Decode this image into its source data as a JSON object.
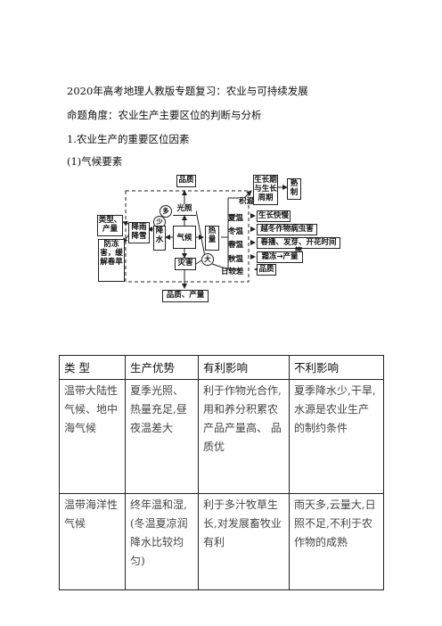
{
  "text": {
    "title": "2020年高考地理人教版专题复习：农业与可持续发展",
    "angle": "命题角度：农业生产主要区位的判断与分析",
    "section": "1.农业生产的重要区位因素",
    "subsection": "(1)气候要素"
  },
  "diagram": {
    "quality_top": "品质",
    "light": "光照",
    "more": "多",
    "less": "少",
    "big": "大",
    "type_output": "类型、产量",
    "rain_snow": "降雨降雪",
    "water": "降水",
    "climate": "气候",
    "heat": "热量",
    "disaster": "灾害",
    "frost": "防冻害，缓解春旱",
    "quality_output": "品质、产量",
    "accumulated_temp": "积温",
    "summer": "夏温",
    "winter": "冬温",
    "spring": "春温",
    "autumn": "秋温",
    "diurnal": "日较差",
    "growth_period": "生长期与生长周期",
    "maturity": "熟制",
    "fast_growth": "生长快慢",
    "overwinter": "越冬作物病虫害",
    "spring_sowing": "春播、发芽、开花时间等",
    "frost_output": "霜冻→产量",
    "quality_right": "品质"
  },
  "table": {
    "headers": [
      "类  型",
      "生产优势",
      "有利影响",
      "不利影响"
    ],
    "rows": [
      [
        "温带大陆性气候、地中海气候",
        "夏季光照、热量充足,昼夜温差大",
        "利于作物光合作,用和养分积累农产品产量高、 品质优",
        "夏季降水少,干旱,水源是农业生产的制约条件"
      ],
      [
        "温带海洋性气候",
        "终年温和湿,(冬温夏凉润降水比较均 匀)",
        "利于多汁牧草生长,对发展畜牧业有利",
        "雨天多,云量大,日照不足,不利于农作物的成熟"
      ]
    ]
  }
}
